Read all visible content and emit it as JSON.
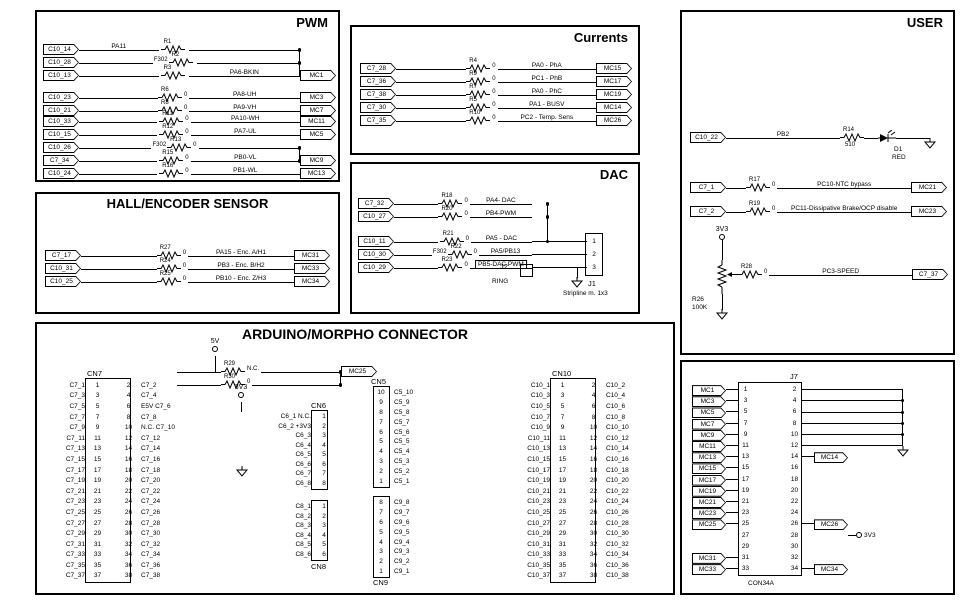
{
  "blocks": {
    "pwm": {
      "title": "PWM",
      "group1": [
        {
          "src": "C10_14",
          "prenet": "PA11",
          "ref": "R1"
        },
        {
          "src": "C10_28",
          "fuse": "F302",
          "ref": "R2"
        },
        {
          "src": "C10_13",
          "ref": "R3",
          "net": "PA6-BKIN",
          "dst": "MC1"
        }
      ],
      "group2": [
        {
          "src": "C10_23",
          "ref": "R6",
          "val": "0",
          "net": "PA8-UH",
          "dst": "MC3"
        },
        {
          "src": "C10_21",
          "ref": "R8",
          "val": "0",
          "net": "PA9-VH",
          "dst": "MC7"
        }
      ],
      "group3": [
        {
          "src": "C10_33",
          "ref": "R11",
          "val": "0",
          "net": "PA10-WH",
          "dst": "MC11"
        },
        {
          "src": "C10_15",
          "ref": "R12",
          "val": "0",
          "net": "PA7-UL",
          "dst": "MC5"
        },
        {
          "src": "C10_26",
          "fuse": "F302",
          "ref": "R13",
          "val": "0"
        },
        {
          "src": "C7_34",
          "ref": "R15",
          "val": "0",
          "net": "PB0-VL",
          "dst": "MC9"
        },
        {
          "src": "C10_24",
          "ref": "R16",
          "val": "0",
          "net": "PB1-WL",
          "dst": "MC13"
        }
      ]
    },
    "currents": {
      "title": "Currents",
      "rows": [
        {
          "src": "C7_28",
          "ref": "R4",
          "val": "0",
          "net": "PA0 - PhA",
          "dst": "MC15"
        },
        {
          "src": "C7_36",
          "ref": "R9",
          "val": "0",
          "net": "PC1 - PhB",
          "dst": "MC17"
        },
        {
          "src": "C7_38",
          "ref": "R7",
          "val": "0",
          "net": "PA0 - PhC",
          "dst": "MC19"
        },
        {
          "src": "C7_30",
          "ref": "R5",
          "val": "0",
          "net": "PA1 - BUSV",
          "dst": "MC14"
        },
        {
          "src": "C7_35",
          "ref": "R10",
          "val": "0",
          "net": "PC2 - Temp. Sens",
          "dst": "MC26"
        }
      ]
    },
    "hall": {
      "title": "HALL/ENCODER SENSOR",
      "rows": [
        {
          "src": "C7_17",
          "ref": "R27",
          "val": "0",
          "net": "PA15 - Enc. A/H1",
          "dst": "MC31"
        },
        {
          "src": "C10_31",
          "ref": "R24",
          "val": "0",
          "net": "PB3 - Enc. B/H2",
          "dst": "MC33"
        },
        {
          "src": "C10_25",
          "ref": "R25",
          "val": "0",
          "net": "PB10 - Enc. Z/H3",
          "dst": "MC34"
        }
      ]
    },
    "dac": {
      "title": "DAC",
      "group1": [
        {
          "src": "C7_32",
          "ref": "R18",
          "val": "0",
          "net": "PA4- DAC"
        },
        {
          "src": "C10_27",
          "ref": "R20",
          "val": "0",
          "net": "PB4-PWM"
        }
      ],
      "group2": [
        {
          "src": "C10_11",
          "ref": "R21",
          "val": "0",
          "net": "PA5 - DAC"
        },
        {
          "src": "C10_30",
          "fuse": "F302",
          "ref": "R22",
          "val": "0",
          "net": "PA5/PB13"
        }
      ],
      "boxed_row": {
        "src": "C10_29",
        "ref": "R23",
        "val": "0",
        "net": "PB5-DAC PWM"
      },
      "j1": {
        "name": "J1",
        "desc": "Stripline m. 1x3",
        "pins": [
          "1",
          "2",
          "3"
        ]
      },
      "j2": {
        "name": "J2",
        "desc": "RING"
      }
    },
    "user": {
      "title": "USER",
      "led_row": {
        "src": "C10_22",
        "prenet": "PB2",
        "ref": "R14",
        "val": "510",
        "diode": "D1",
        "color": "RED"
      },
      "rows": [
        {
          "src": "C7_1",
          "ref": "R17",
          "val": "0",
          "net": "PC10-NTC bypass",
          "dst": "MC21"
        },
        {
          "src": "C7_2",
          "ref": "R19",
          "val": "0",
          "net": "PC11-Dissipative Brake/OCP disable",
          "dst": "MC23"
        }
      ],
      "pot": {
        "rail": "3V3",
        "ref": "R26",
        "val": "100K",
        "series_ref": "R28",
        "series_val": "0",
        "net": "PC3-SPEED",
        "dst": "C7_37"
      }
    },
    "arduino": {
      "title": "ARDUINO/MORPHO CONNECTOR",
      "rail5": "5V",
      "rail3": "3V3",
      "pullups": [
        {
          "ref": "R29",
          "val": "N.C.",
          "dst": "MC25"
        },
        {
          "ref": "R30",
          "val": "0"
        }
      ],
      "cn7": {
        "name": "CN7",
        "rows": [
          {
            "ll": "C7_1",
            "lp": "1",
            "rp": "2",
            "rl": "C7_2"
          },
          {
            "ll": "C7_3",
            "lp": "3",
            "rp": "4",
            "rl": "C7_4"
          },
          {
            "ll": "C7_5",
            "lp": "5",
            "rp": "6",
            "rl": "E5V C7_6"
          },
          {
            "ll": "C7_7",
            "lp": "7",
            "rp": "8",
            "rl": "C7_8"
          },
          {
            "ll": "C7_9",
            "lp": "9",
            "rp": "10",
            "rl": "N.C. C7_10"
          },
          {
            "ll": "C7_11",
            "lp": "11",
            "rp": "12",
            "rl": "C7_12"
          },
          {
            "ll": "C7_13",
            "lp": "13",
            "rp": "14",
            "rl": "C7_14"
          },
          {
            "ll": "C7_15",
            "lp": "15",
            "rp": "16",
            "rl": "C7_16"
          },
          {
            "ll": "C7_17",
            "lp": "17",
            "rp": "18",
            "rl": "C7_18"
          },
          {
            "ll": "C7_19",
            "lp": "19",
            "rp": "20",
            "rl": "C7_20"
          },
          {
            "ll": "C7_21",
            "lp": "21",
            "rp": "22",
            "rl": "C7_22"
          },
          {
            "ll": "C7_23",
            "lp": "23",
            "rp": "24",
            "rl": "C7_24"
          },
          {
            "ll": "C7_25",
            "lp": "25",
            "rp": "26",
            "rl": "C7_26"
          },
          {
            "ll": "C7_27",
            "lp": "27",
            "rp": "28",
            "rl": "C7_28"
          },
          {
            "ll": "C7_29",
            "lp": "29",
            "rp": "30",
            "rl": "C7_30"
          },
          {
            "ll": "C7_31",
            "lp": "31",
            "rp": "32",
            "rl": "C7_32"
          },
          {
            "ll": "C7_33",
            "lp": "33",
            "rp": "34",
            "rl": "C7_34"
          },
          {
            "ll": "C7_35",
            "lp": "35",
            "rp": "36",
            "rl": "C7_36"
          },
          {
            "ll": "C7_37",
            "lp": "37",
            "rp": "38",
            "rl": "C7_38"
          }
        ]
      },
      "cn6": {
        "name": "CN6",
        "rows": [
          {
            "label": "C6_1 N.C.",
            "pin": "1"
          },
          {
            "label": "C6_2 +3V3",
            "pin": "2"
          },
          {
            "label": "C6_3",
            "pin": "3"
          },
          {
            "label": "C6_4",
            "pin": "4"
          },
          {
            "label": "C6_5",
            "pin": "5"
          },
          {
            "label": "C6_6",
            "pin": "6"
          },
          {
            "label": "C6_7",
            "pin": "7"
          },
          {
            "label": "C6_8",
            "pin": "8"
          }
        ]
      },
      "cn8": {
        "name": "CN8",
        "rows": [
          {
            "label": "C8_1",
            "pin": "1"
          },
          {
            "label": "C8_2",
            "pin": "2"
          },
          {
            "label": "C8_3",
            "pin": "3"
          },
          {
            "label": "C8_4",
            "pin": "4"
          },
          {
            "label": "C8_5",
            "pin": "5"
          },
          {
            "label": "C8_6",
            "pin": "6"
          }
        ]
      },
      "cn5": {
        "name": "CN5",
        "rows": [
          {
            "pin": "10",
            "label": "C5_10"
          },
          {
            "pin": "9",
            "label": "C5_9"
          },
          {
            "pin": "8",
            "label": "C5_8"
          },
          {
            "pin": "7",
            "label": "C5_7"
          },
          {
            "pin": "6",
            "label": "C5_6"
          },
          {
            "pin": "5",
            "label": "C5_5"
          },
          {
            "pin": "4",
            "label": "C5_4"
          },
          {
            "pin": "3",
            "label": "C5_3"
          },
          {
            "pin": "2",
            "label": "C5_2"
          },
          {
            "pin": "1",
            "label": "C5_1"
          }
        ]
      },
      "cn9": {
        "name": "CN9",
        "rows": [
          {
            "pin": "8",
            "label": "C9_8"
          },
          {
            "pin": "7",
            "label": "C9_7"
          },
          {
            "pin": "6",
            "label": "C9_6"
          },
          {
            "pin": "5",
            "label": "C9_5"
          },
          {
            "pin": "4",
            "label": "C9_4"
          },
          {
            "pin": "3",
            "label": "C9_3"
          },
          {
            "pin": "2",
            "label": "C9_2"
          },
          {
            "pin": "1",
            "label": "C9_1"
          }
        ]
      },
      "cn10": {
        "name": "CN10",
        "rows": [
          {
            "ll": "C10_1",
            "lp": "1",
            "rp": "2",
            "rl": "C10_2"
          },
          {
            "ll": "C10_3",
            "lp": "3",
            "rp": "4",
            "rl": "C10_4"
          },
          {
            "ll": "C10_5",
            "lp": "5",
            "rp": "6",
            "rl": "C10_6"
          },
          {
            "ll": "C10_7",
            "lp": "7",
            "rp": "8",
            "rl": "C10_8"
          },
          {
            "ll": "C10_9",
            "lp": "9",
            "rp": "10",
            "rl": "C10_10"
          },
          {
            "ll": "C10_11",
            "lp": "11",
            "rp": "12",
            "rl": "C10_12"
          },
          {
            "ll": "C10_13",
            "lp": "13",
            "rp": "14",
            "rl": "C10_14"
          },
          {
            "ll": "C10_15",
            "lp": "15",
            "rp": "16",
            "rl": "C10_16"
          },
          {
            "ll": "C10_17",
            "lp": "17",
            "rp": "18",
            "rl": "C10_18"
          },
          {
            "ll": "C10_19",
            "lp": "19",
            "rp": "20",
            "rl": "C10_20"
          },
          {
            "ll": "C10_21",
            "lp": "21",
            "rp": "22",
            "rl": "C10_22"
          },
          {
            "ll": "C10_23",
            "lp": "23",
            "rp": "24",
            "rl": "C10_24"
          },
          {
            "ll": "C10_25",
            "lp": "25",
            "rp": "26",
            "rl": "C10_26"
          },
          {
            "ll": "C10_27",
            "lp": "27",
            "rp": "28",
            "rl": "C10_28"
          },
          {
            "ll": "C10_29",
            "lp": "29",
            "rp": "30",
            "rl": "C10_30"
          },
          {
            "ll": "C10_31",
            "lp": "31",
            "rp": "32",
            "rl": "C10_32"
          },
          {
            "ll": "C10_33",
            "lp": "33",
            "rp": "34",
            "rl": "C10_34"
          },
          {
            "ll": "C10_35",
            "lp": "35",
            "rp": "36",
            "rl": "C10_36"
          },
          {
            "ll": "C10_37",
            "lp": "37",
            "rp": "38",
            "rl": "C10_38"
          }
        ]
      }
    },
    "j7": {
      "name": "J7",
      "footprint": "CON34A",
      "rows": [
        {
          "ll": "MC1",
          "lp": "1",
          "rp": "2"
        },
        {
          "ll": "MC3",
          "lp": "3",
          "rp": "4"
        },
        {
          "ll": "MC5",
          "lp": "5",
          "rp": "6"
        },
        {
          "ll": "MC7",
          "lp": "7",
          "rp": "8"
        },
        {
          "ll": "MC9",
          "lp": "9",
          "rp": "10"
        },
        {
          "ll": "MC11",
          "lp": "11",
          "rp": "12"
        },
        {
          "ll": "MC13",
          "lp": "13",
          "rp": "14",
          "rl": "MC14"
        },
        {
          "ll": "MC15",
          "lp": "15",
          "rp": "16"
        },
        {
          "ll": "MC17",
          "lp": "17",
          "rp": "18"
        },
        {
          "ll": "MC19",
          "lp": "19",
          "rp": "20"
        },
        {
          "ll": "MC21",
          "lp": "21",
          "rp": "22"
        },
        {
          "ll": "MC23",
          "lp": "23",
          "rp": "24"
        },
        {
          "ll": "MC25",
          "lp": "25",
          "rp": "26",
          "rl": "MC26"
        },
        {
          "lp": "27",
          "rp": "28",
          "rrail": "3V3"
        },
        {
          "lp": "29",
          "rp": "30"
        },
        {
          "ll": "MC31",
          "lp": "31",
          "rp": "32"
        },
        {
          "ll": "MC33",
          "lp": "33",
          "rp": "34",
          "rl": "MC34"
        }
      ]
    }
  }
}
